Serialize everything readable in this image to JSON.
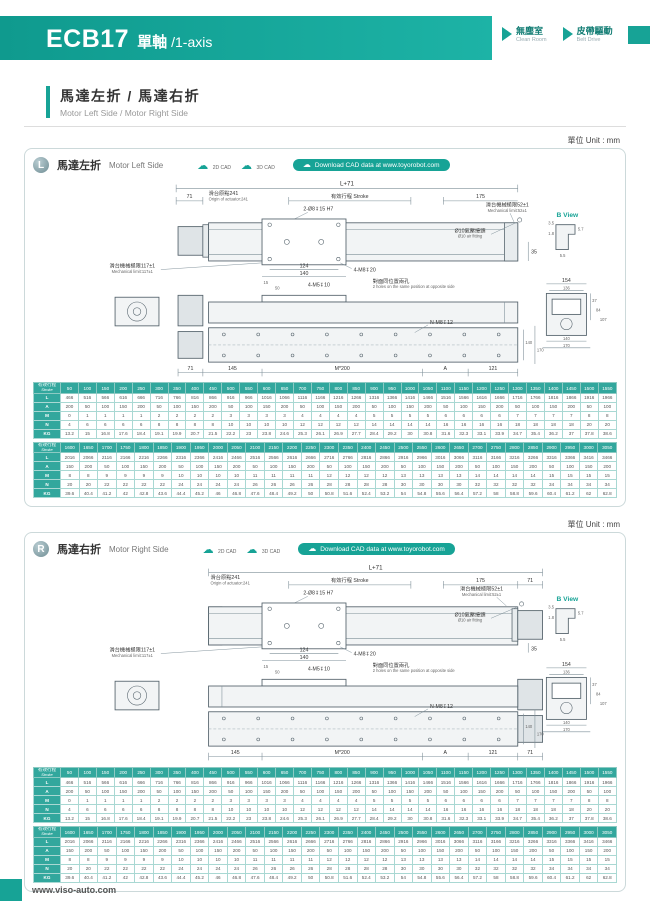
{
  "header": {
    "model": "ECB17",
    "series_zh": "單軸",
    "series_en": "/1-axis",
    "feats": [
      {
        "zh": "無塵室",
        "en": "Clean Room"
      },
      {
        "zh": "皮帶驅動",
        "en": "Belt Drive"
      }
    ]
  },
  "section": {
    "zh": "馬達左折 / 馬達右折",
    "en": "Motor Left Side / Motor Right Side"
  },
  "cad": {
    "c2d": "2D CAD",
    "c3d": "3D CAD",
    "download": "Download CAD data at www.toyorobot.com",
    "unit": "單位 Unit : mm",
    "cloud_icon": "☁"
  },
  "panels": [
    {
      "badge": "L",
      "title_zh": "馬達左折",
      "title_en": "Motor Left Side"
    },
    {
      "badge": "R",
      "title_zh": "馬達右折",
      "title_en": "Motor Right Side"
    }
  ],
  "ann": {
    "l71": "L+71",
    "d71": "71",
    "origin_zh": "滑台原點241",
    "origin_en": "Origin of actuator:241",
    "stroke_label": "有效行程 Stroke",
    "d175": "175",
    "hole_top": "2-Ø8↧15 H7",
    "mech52_zh": "滑台機械極限52±1",
    "mech52_en": "Mechanical limit:52±1",
    "air_zh": "Ø10氣壓接頭",
    "air_en": "Ø10 air fitting",
    "bview": "B View",
    "d3_5": "3.5",
    "d5_7": "5.7",
    "d1_8": "1.8",
    "d5_5": "5.5",
    "d35": "35",
    "mech117_zh": "滑台機械極限117±1",
    "mech117_en": "Mechanical limit:117±1",
    "d124": "124",
    "d140": "140",
    "m8": "4-M8↧20",
    "d15": "15",
    "d50": "50",
    "m5": "4-M5↧10",
    "opp_zh": "對面同位置兩孔",
    "opp_en": "2 holes on the same position at opposite side",
    "d154": "154",
    "d136": "136",
    "d37": "37",
    "d84": "84",
    "d107": "107",
    "d170": "170",
    "nm8": "N-M8↧12",
    "d145": "145",
    "m200": "M*200",
    "dA": "A",
    "d121": "121"
  },
  "tables": {
    "t1": {
      "corner_zh": "有效行程",
      "corner_en": "Stroke",
      "strokes": [
        "50",
        "100",
        "150",
        "200",
        "250",
        "300",
        "350",
        "400",
        "450",
        "500",
        "550",
        "600",
        "650",
        "700",
        "750",
        "800",
        "850",
        "900",
        "950",
        "1000",
        "1050",
        "1100",
        "1150",
        "1200",
        "1250",
        "1300",
        "1350",
        "1400",
        "1450",
        "1500",
        "1550"
      ],
      "rows": [
        {
          "label": "L",
          "values": [
            "466",
            "516",
            "566",
            "616",
            "666",
            "716",
            "766",
            "816",
            "866",
            "916",
            "966",
            "1016",
            "1066",
            "1116",
            "1166",
            "1216",
            "1266",
            "1316",
            "1366",
            "1416",
            "1466",
            "1516",
            "1566",
            "1616",
            "1666",
            "1716",
            "1766",
            "1816",
            "1866",
            "1916",
            "1966"
          ]
        },
        {
          "label": "A",
          "values": [
            "200",
            "50",
            "100",
            "150",
            "200",
            "50",
            "100",
            "150",
            "200",
            "50",
            "100",
            "150",
            "200",
            "50",
            "100",
            "150",
            "200",
            "50",
            "100",
            "150",
            "200",
            "50",
            "100",
            "150",
            "200",
            "50",
            "100",
            "150",
            "200",
            "50",
            "100"
          ]
        },
        {
          "label": "M",
          "values": [
            "0",
            "1",
            "1",
            "1",
            "1",
            "2",
            "2",
            "2",
            "2",
            "3",
            "3",
            "3",
            "3",
            "4",
            "4",
            "4",
            "4",
            "5",
            "5",
            "5",
            "5",
            "6",
            "6",
            "6",
            "6",
            "7",
            "7",
            "7",
            "7",
            "8",
            "8"
          ]
        },
        {
          "label": "N",
          "values": [
            "4",
            "6",
            "6",
            "6",
            "6",
            "8",
            "8",
            "8",
            "8",
            "10",
            "10",
            "10",
            "10",
            "12",
            "12",
            "12",
            "12",
            "14",
            "14",
            "14",
            "14",
            "16",
            "16",
            "16",
            "16",
            "18",
            "18",
            "18",
            "18",
            "20",
            "20"
          ]
        },
        {
          "label": "KG",
          "values": [
            "13.2",
            "15",
            "16.8",
            "17.6",
            "18.4",
            "19.1",
            "19.9",
            "20.7",
            "21.5",
            "22.2",
            "23",
            "23.8",
            "24.6",
            "25.3",
            "26.1",
            "26.9",
            "27.7",
            "28.4",
            "29.2",
            "30",
            "30.8",
            "31.6",
            "32.3",
            "33.1",
            "33.9",
            "34.7",
            "35.4",
            "36.2",
            "37",
            "37.8",
            "38.6"
          ]
        }
      ]
    },
    "t2": {
      "corner_zh": "有效行程",
      "corner_en": "Stroke",
      "strokes": [
        "1600",
        "1650",
        "1700",
        "1750",
        "1800",
        "1850",
        "1900",
        "1950",
        "2000",
        "2050",
        "2100",
        "2150",
        "2200",
        "2250",
        "2300",
        "2350",
        "2400",
        "2450",
        "2500",
        "2550",
        "2600",
        "2650",
        "2700",
        "2750",
        "2800",
        "2850",
        "2900",
        "2950",
        "3000",
        "3050"
      ],
      "rows": [
        {
          "label": "L",
          "values": [
            "2016",
            "2066",
            "2116",
            "2166",
            "2216",
            "2266",
            "2316",
            "2366",
            "2416",
            "2466",
            "2516",
            "2566",
            "2616",
            "2666",
            "2716",
            "2766",
            "2816",
            "2866",
            "2916",
            "2966",
            "3016",
            "3066",
            "3116",
            "3166",
            "3216",
            "3266",
            "3316",
            "3366",
            "3416",
            "3466"
          ]
        },
        {
          "label": "A",
          "values": [
            "150",
            "200",
            "50",
            "100",
            "150",
            "200",
            "50",
            "100",
            "150",
            "200",
            "50",
            "100",
            "150",
            "200",
            "50",
            "100",
            "150",
            "200",
            "50",
            "100",
            "150",
            "200",
            "50",
            "100",
            "150",
            "200",
            "50",
            "100",
            "150",
            "200"
          ]
        },
        {
          "label": "M",
          "values": [
            "8",
            "8",
            "9",
            "9",
            "9",
            "9",
            "10",
            "10",
            "10",
            "10",
            "11",
            "11",
            "11",
            "11",
            "12",
            "12",
            "12",
            "12",
            "13",
            "13",
            "13",
            "13",
            "14",
            "14",
            "14",
            "14",
            "15",
            "15",
            "15",
            "15"
          ]
        },
        {
          "label": "N",
          "values": [
            "20",
            "20",
            "22",
            "22",
            "22",
            "22",
            "24",
            "24",
            "24",
            "24",
            "26",
            "26",
            "26",
            "26",
            "28",
            "28",
            "28",
            "28",
            "30",
            "30",
            "30",
            "30",
            "32",
            "32",
            "32",
            "32",
            "34",
            "34",
            "34",
            "34"
          ]
        },
        {
          "label": "KG",
          "values": [
            "39.6",
            "40.4",
            "41.2",
            "42",
            "42.8",
            "43.6",
            "44.4",
            "45.2",
            "46",
            "46.8",
            "47.6",
            "48.4",
            "49.2",
            "50",
            "50.8",
            "51.6",
            "52.4",
            "53.2",
            "54",
            "54.8",
            "55.6",
            "56.4",
            "57.2",
            "58",
            "58.8",
            "59.6",
            "60.4",
            "61.2",
            "62",
            "62.8"
          ]
        }
      ]
    }
  },
  "footer": {
    "url": "www.viso-auto.com"
  }
}
